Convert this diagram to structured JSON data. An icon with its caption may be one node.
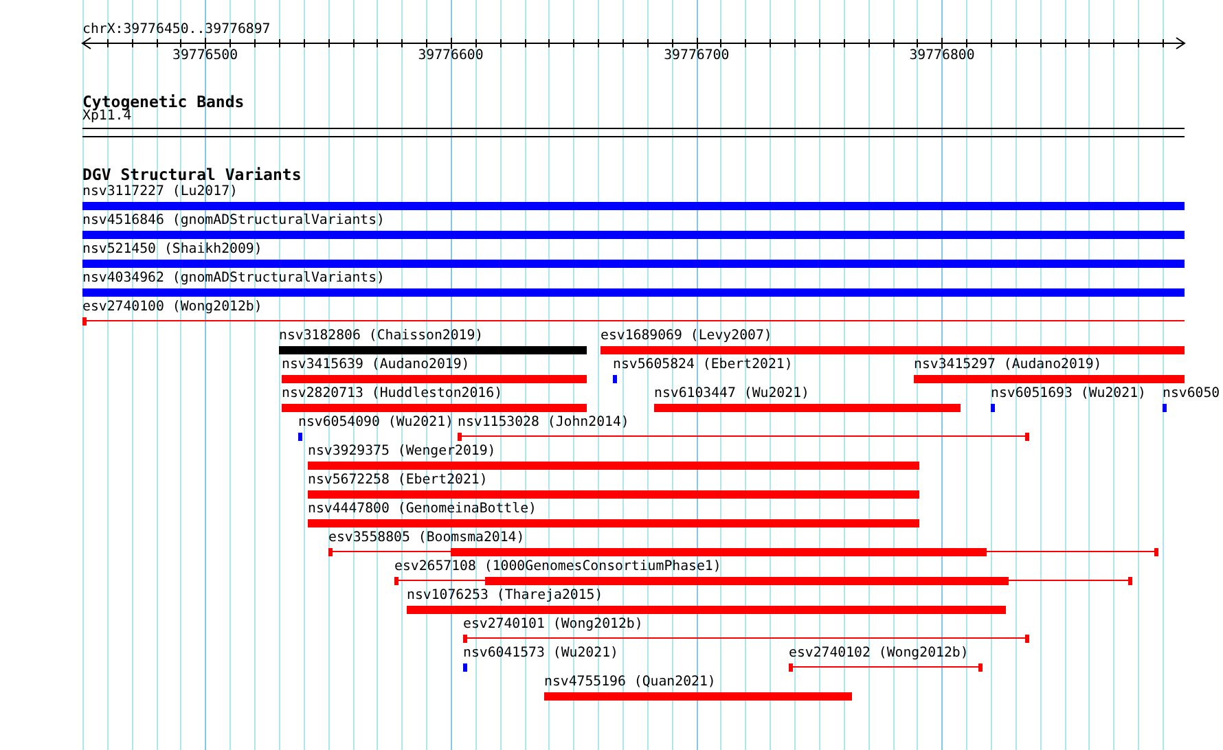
{
  "diagram": {
    "title": "chrX:39776450..39776897",
    "nodes": [
      {
        "text": [
          "Xp11.4"
        ]
      },
      {
        "text": [
          "nsv3117227 (Lu2017)"
        ]
      },
      {
        "text": [
          "nsv4516846 (gnomADStructuralVariants)"
        ]
      },
      {
        "text": [
          "nsv521450 (Shaikh2009)"
        ]
      },
      {
        "text": [
          "nsv4034962 (gnomADStructuralVariants)"
        ]
      },
      {
        "text": [
          "esv2740100 (Wong2012b)"
        ]
      },
      {
        "text": [
          "nsv3182806 (Chaisson2019)"
        ]
      },
      {
        "text": [
          "esv1689069 (Levy2007)"
        ]
      },
      {
        "text": [
          "nsv3415639 (Audano2019)"
        ]
      },
      {
        "text": [
          "nsv5605824 (Ebert2021)"
        ]
      },
      {
        "text": [
          "nsv3415297 (Audano2019)"
        ]
      },
      {
        "text": [
          "nsv2820713 (Huddleston2016)"
        ]
      },
      {
        "text": [
          "nsv6103447 (Wu2021)"
        ]
      },
      {
        "text": [
          "nsv6051693 (Wu2021)"
        ]
      },
      {
        "text": [
          "nsv6050"
        ]
      },
      {
        "text": [
          "nsv6054090 (Wu2021)"
        ]
      },
      {
        "text": [
          "nsv1153028 (John2014)"
        ]
      },
      {
        "text": [
          "nsv3929375 (Wenger2019)"
        ]
      },
      {
        "text": [
          "nsv5672258 (Ebert2021)"
        ]
      },
      {
        "text": [
          "nsv4447800 (GenomeinaBottle)"
        ]
      },
      {
        "text": [
          "esv3558805 (Boomsma2014)"
        ]
      },
      {
        "text": [
          "esv2657108 (1000GenomesConsortiumPhase1)"
        ]
      },
      {
        "text": [
          "nsv1076253 (Thareja2015)"
        ]
      },
      {
        "text": [
          "esv2740101 (Wong2012b)"
        ]
      },
      {
        "text": [
          "nsv6041573 (Wu2021)"
        ]
      },
      {
        "text": [
          "esv2740102 (Wong2012b)"
        ]
      },
      {
        "text": [
          "nsv4755196 (Quan2021)"
        ]
      }
    ],
    "edges": [],
    "labels": [
      "39776500",
      "39776600",
      "39776700",
      "39776800",
      "Cytogenetic Bands",
      "DGV Structural Variants"
    ]
  }
}
